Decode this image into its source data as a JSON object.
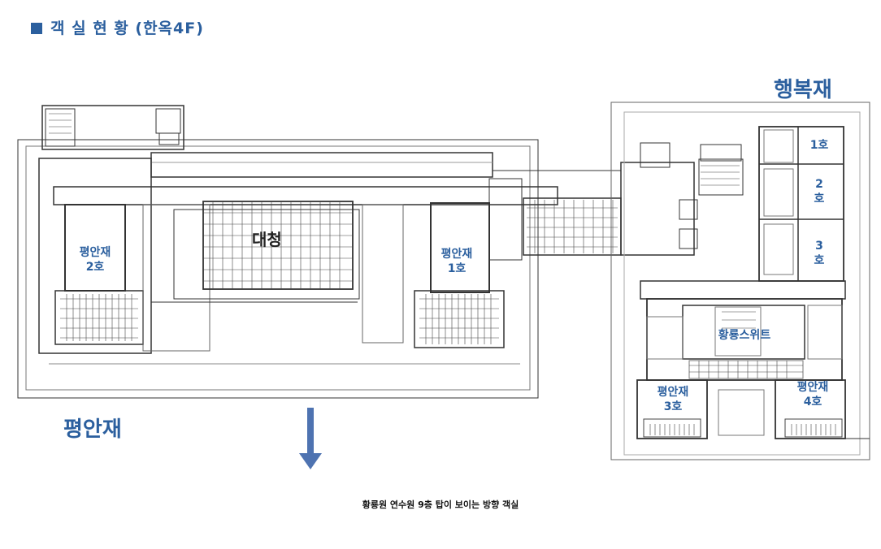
{
  "title": "객 실 현 황 (한옥4F)",
  "labels": {
    "pyeongan": "평안재",
    "haengbok": "행복재",
    "daecheong": "대청",
    "pyeongan2_name": "평안재",
    "pyeongan2_num": "2호",
    "pyeongan1_name": "평안재",
    "pyeongan1_num": "1호",
    "pyeongan3_name": "평안재",
    "pyeongan3_num": "3호",
    "pyeongan4_name": "평안재",
    "pyeongan4_num": "4호",
    "suite": "황룡스위트",
    "h1": "1호",
    "h2a": "2",
    "h2b": "호",
    "h3a": "3",
    "h3b": "호"
  },
  "note": "황룡원 연수원 9층 탑이 보이는 방향 객실",
  "colors": {
    "accent": "#2b5f9e",
    "arrow": "#4e73b1",
    "line": "#333333"
  },
  "icons": [
    "square-bullet-icon",
    "down-arrow-icon"
  ]
}
